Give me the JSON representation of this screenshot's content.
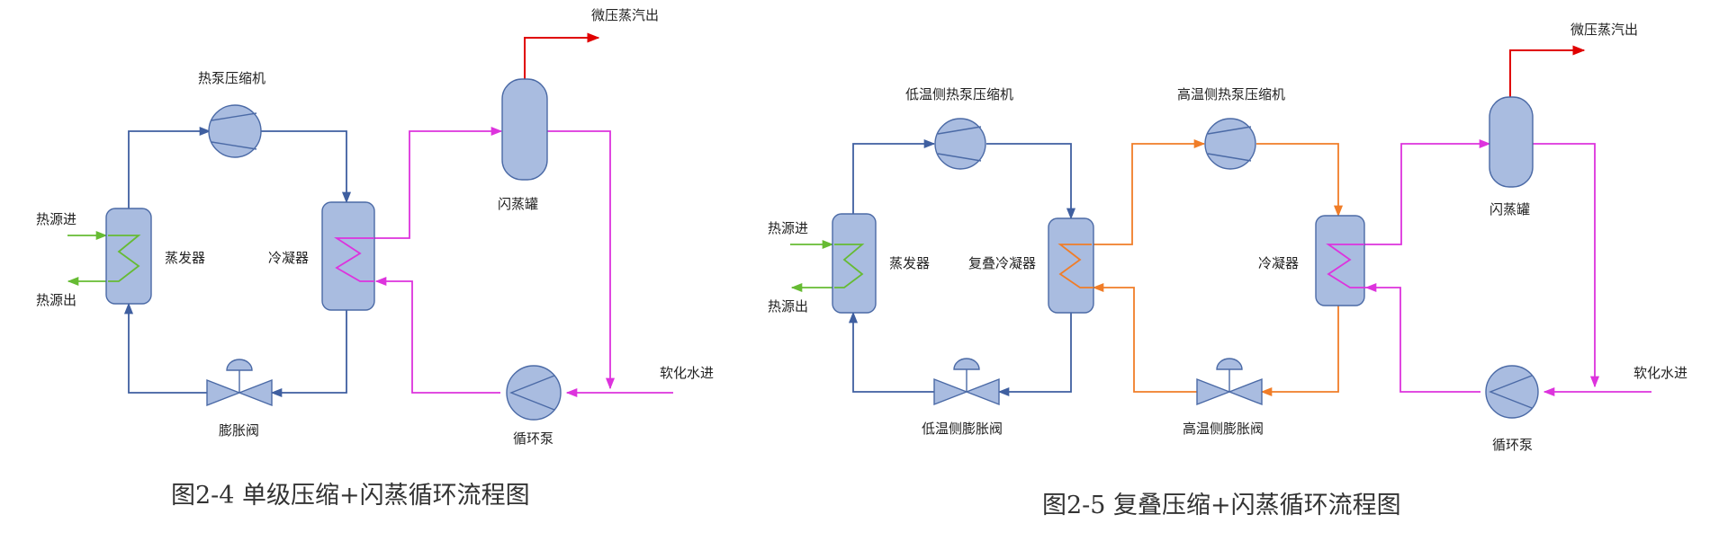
{
  "colors": {
    "blue": "#3f5fa0",
    "orange": "#f07d28",
    "magenta": "#dd33dd",
    "red": "#e00000",
    "green": "#66bb33",
    "equipment_fill": "#a9bce0",
    "equipment_stroke": "#4b6aa6"
  },
  "fig1": {
    "caption": "图2-4 单级压缩+闪蒸循环流程图",
    "compressor": "热泵压缩机",
    "evaporator": "蒸发器",
    "condenser": "冷凝器",
    "flash_tank": "闪蒸罐",
    "expansion_valve": "膨胀阀",
    "pump": "循环泵",
    "heat_in": "热源进",
    "heat_out": "热源出",
    "steam_out": "微压蒸汽出",
    "soft_water_in": "软化水进"
  },
  "fig2": {
    "caption": "图2-5 复叠压缩+闪蒸循环流程图",
    "low_compressor": "低温侧热泵压缩机",
    "high_compressor": "高温侧热泵压缩机",
    "evaporator": "蒸发器",
    "cascade_condenser": "复叠冷凝器",
    "condenser": "冷凝器",
    "flash_tank": "闪蒸罐",
    "low_valve": "低温侧膨胀阀",
    "high_valve": "高温侧膨胀阀",
    "pump": "循环泵",
    "heat_in": "热源进",
    "heat_out": "热源出",
    "steam_out": "微压蒸汽出",
    "soft_water_in": "软化水进"
  }
}
